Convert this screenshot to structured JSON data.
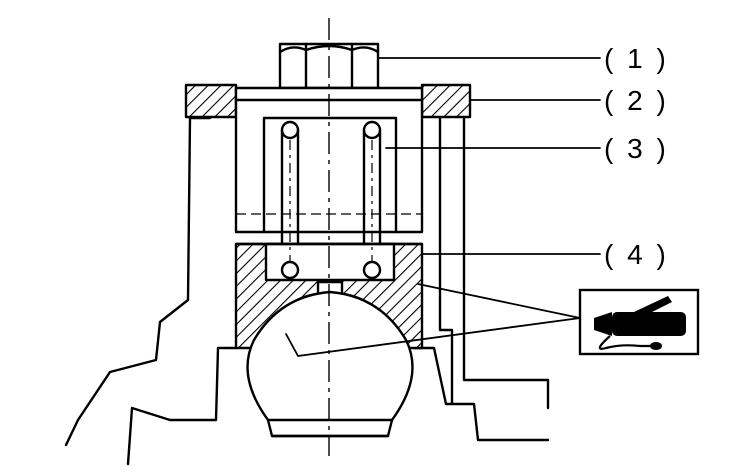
{
  "callouts": [
    {
      "label": "( 1 )",
      "part": "bolt"
    },
    {
      "label": "( 2 )",
      "part": "washer"
    },
    {
      "label": "( 3 )",
      "part": "spring"
    },
    {
      "label": "( 4 )",
      "part": "plunger"
    }
  ],
  "lubricant_icon": "grease-gun-icon",
  "colors": {
    "line": "#000000",
    "background": "#ffffff"
  }
}
